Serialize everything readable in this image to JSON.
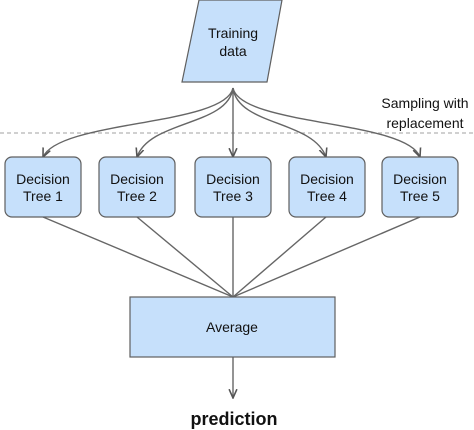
{
  "input": {
    "line1": "Training",
    "line2": "data"
  },
  "sampling_label": {
    "line1": "Sampling with",
    "line2": "replacement"
  },
  "trees": [
    {
      "line1": "Decision",
      "line2": "Tree 1"
    },
    {
      "line1": "Decision",
      "line2": "Tree 2"
    },
    {
      "line1": "Decision",
      "line2": "Tree 3"
    },
    {
      "line1": "Decision",
      "line2": "Tree 4"
    },
    {
      "line1": "Decision",
      "line2": "Tree 5"
    }
  ],
  "aggregator": {
    "label": "Average"
  },
  "output": {
    "label": "prediction"
  },
  "colors": {
    "node_fill": "#c6e0fb",
    "node_stroke": "#5f5f5f",
    "edge": "#666666",
    "dashed_line": "#b3b3b3"
  }
}
